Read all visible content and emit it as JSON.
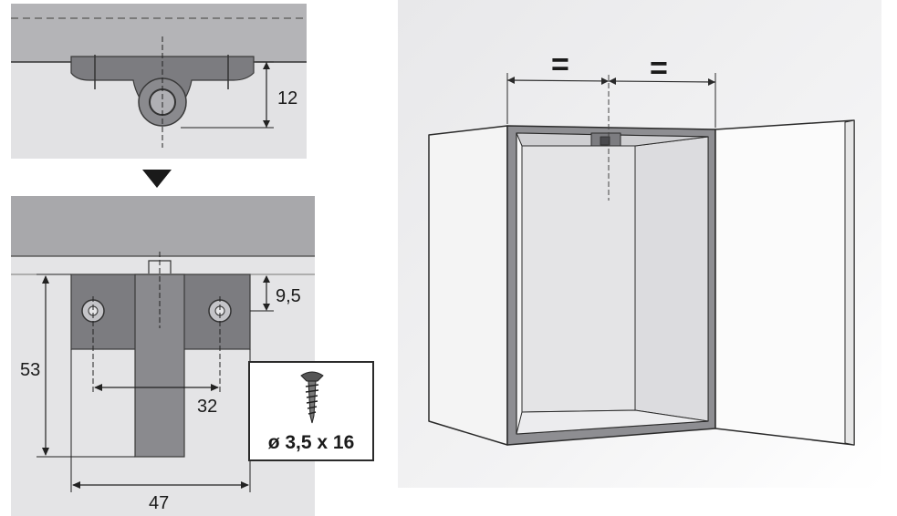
{
  "top_detail": {
    "dim_height": "12"
  },
  "bottom_detail": {
    "dim_top_offset": "9,5",
    "dim_total_height": "53",
    "dim_hole_spacing": "32",
    "dim_total_width": "47"
  },
  "screw": {
    "label": "ø 3,5 x 16"
  },
  "cabinet": {
    "equal_left": "=",
    "equal_right": "="
  },
  "colors": {
    "part": "#7c7c80",
    "panel": "#e2e2e4",
    "line": "#1a1a1a"
  },
  "icons": {
    "arrow": "down-triangle-icon",
    "screw": "screw-icon"
  }
}
